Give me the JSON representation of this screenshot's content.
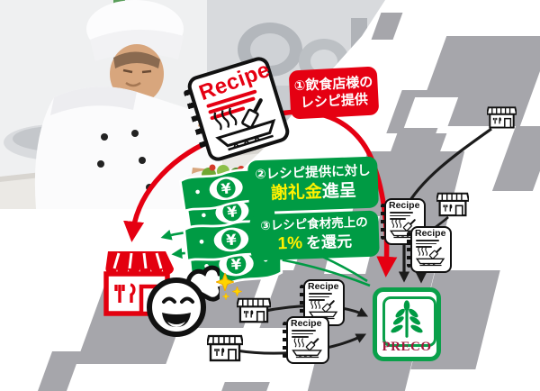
{
  "colors": {
    "accent_red": "#e50012",
    "accent_green": "#009b44",
    "highlight_yellow": "#fff100",
    "preco_maroon": "#a0193d",
    "shape_gray": "#a6a6ab"
  },
  "photo": {
    "alt": "Chef preparing food in a kitchen"
  },
  "recipe_card": {
    "title": "Recipe"
  },
  "steps": {
    "step1": {
      "lines": [
        "①飲食店様の",
        "レシピ提供"
      ]
    },
    "step2": {
      "line1": "②レシピ提供に対し",
      "highlight": "謝礼金",
      "suffix": "進呈"
    },
    "step3": {
      "line1": "③レシピ食材売上の",
      "highlight": "1%",
      "suffix": "を還元"
    }
  },
  "money": {
    "currency": "¥"
  },
  "preco": {
    "name": "PRECO"
  },
  "icons": {
    "store": "storefront-icon",
    "chef_face": "smiling-chef-icon",
    "sparkle": "sparkle-icon",
    "pan": "frying-pan-icon",
    "plant": "preco-plant-icon",
    "bill": "yen-banknote-icon"
  }
}
